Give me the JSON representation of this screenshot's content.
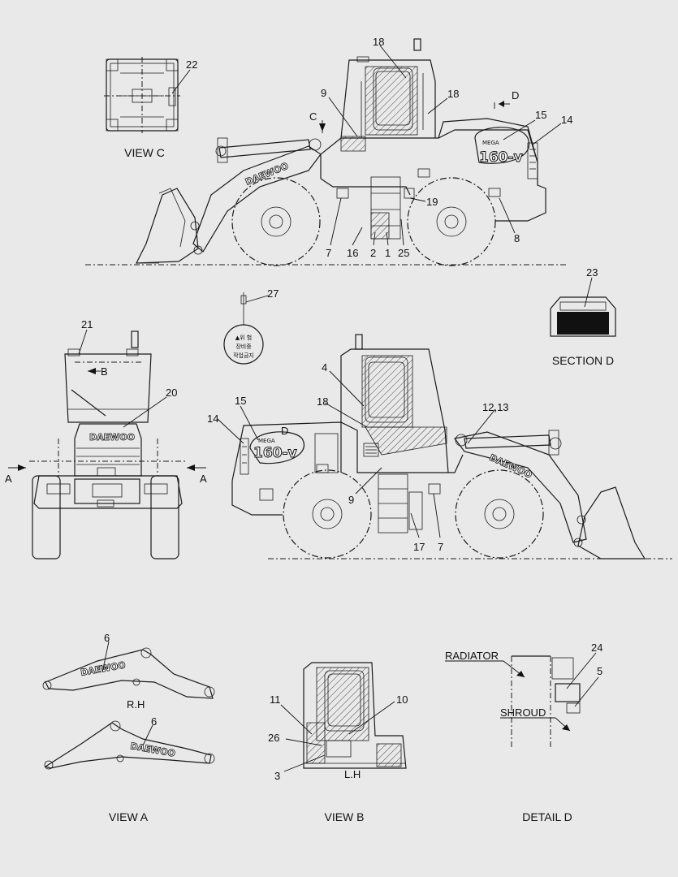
{
  "callouts": {
    "c1": "1",
    "c2": "2",
    "c3": "3",
    "c4": "4",
    "c5": "5",
    "c6a": "6",
    "c6b": "6",
    "c7a": "7",
    "c7b": "7",
    "c8": "8",
    "c9a": "9",
    "c9b": "9",
    "c10": "10",
    "c11": "11",
    "c1213": "12,13",
    "c14a": "14",
    "c14b": "14",
    "c15a": "15",
    "c15b": "15",
    "c16": "16",
    "c17": "17",
    "c18a": "18",
    "c18b": "18",
    "c18c": "18",
    "c19": "19",
    "c20": "20",
    "c21": "21",
    "c22": "22",
    "c23": "23",
    "c24": "24",
    "c25": "25",
    "c26": "26",
    "c27": "27"
  },
  "markers": {
    "c_top": "C",
    "d_top": "D",
    "b_front": "B",
    "a_left": "A",
    "a_right": "A",
    "d_side": "D"
  },
  "captions": {
    "view_c": "VIEW  C",
    "section_d": "SECTION  D",
    "view_a": "VIEW A",
    "view_b": "VIEW B",
    "detail_d": "DETAIL D",
    "rh": "R.H",
    "lh": "L.H",
    "radiator": "RADIATOR",
    "shroud": "SHROUD"
  },
  "decals": {
    "brand": "DAEWOO",
    "model": "160-v",
    "model_prefix": "MEGA",
    "warning_line1": "▲위  험",
    "warning_line2": "장비중",
    "warning_line3": "작업금지"
  }
}
